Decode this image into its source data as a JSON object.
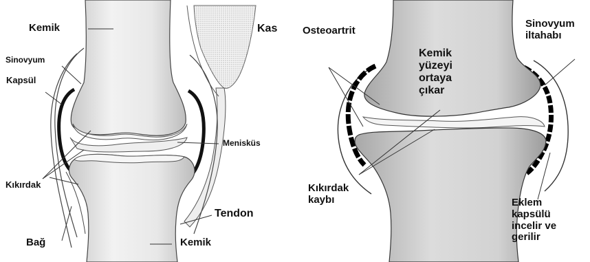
{
  "left_panel": {
    "labels": {
      "bone_top": "Kemik",
      "muscle": "Kas",
      "synovium": "Sinovyum",
      "capsule": "Kapsül",
      "meniscus": "Menisküs",
      "cartilage": "Kıkırdak",
      "tendon": "Tendon",
      "ligament": "Bağ",
      "bone_bottom": "Kemik"
    }
  },
  "right_panel": {
    "labels": {
      "osteoarthritis": "Osteoartrit",
      "exposed_bone": "Kemik\nyüzeyi\nortaya\nçıkar",
      "synovial_inflammation": "Sinovyum\niltahabı",
      "cartilage_loss": "Kıkırdak\nkaybı",
      "capsule_thinning": "Eklem\nkapsülü\nincelir ve\ngerilir"
    }
  }
}
